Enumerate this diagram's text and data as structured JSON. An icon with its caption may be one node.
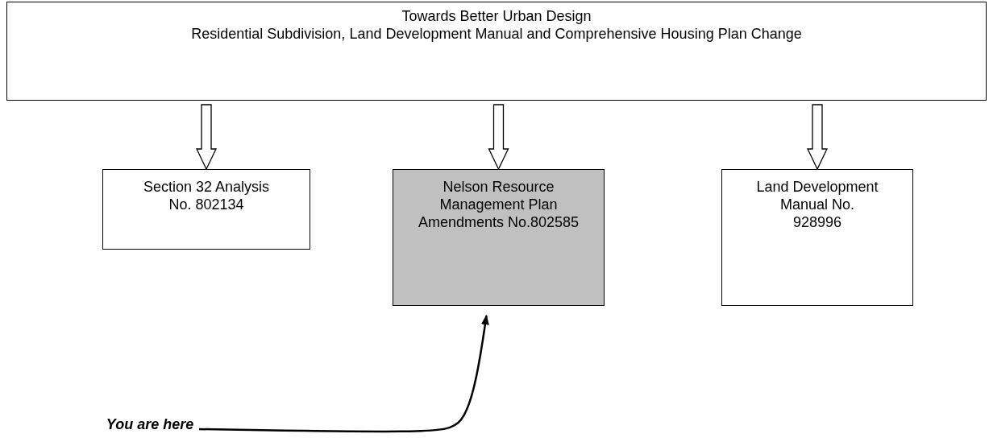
{
  "diagram": {
    "nodes": [
      {
        "text": [
          "Towards Better Urban Design",
          "Residential Subdivision, Land Development Manual and Comprehensive Housing Plan Change"
        ]
      },
      {
        "text": [
          "Section 32 Analysis No. 802134"
        ]
      },
      {
        "text": [
          "Nelson Resource Management Plan Amendments No.802585"
        ]
      },
      {
        "text": [
          "Land Development Manual No. 928996"
        ]
      },
      {
        "text": [
          "You are here"
        ]
      }
    ],
    "edges": [
      {
        "from": 0,
        "to": 1,
        "arrow": "to"
      },
      {
        "from": 0,
        "to": 2,
        "arrow": "to"
      },
      {
        "from": 0,
        "to": 3,
        "arrow": "to"
      },
      {
        "from": 4,
        "to": 2,
        "arrow": "to"
      }
    ]
  }
}
